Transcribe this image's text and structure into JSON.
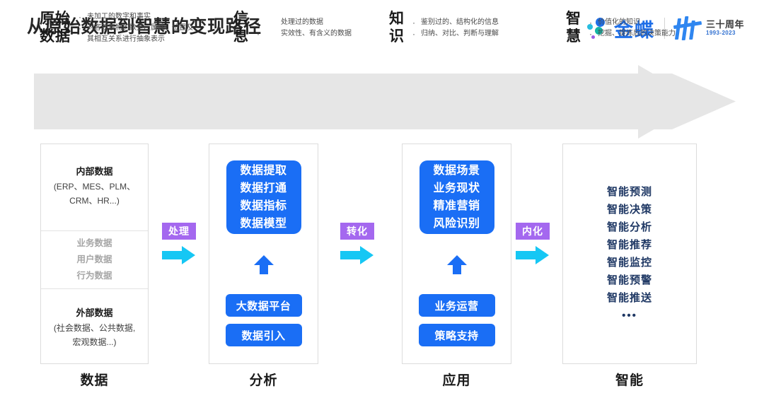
{
  "header": {
    "title": "从原始数据到智慧的变现路径",
    "brand": {
      "name": "金蝶",
      "anniversary_title": "三十周年",
      "anniversary_years": "1993-2023"
    }
  },
  "banner": {
    "stages": [
      {
        "title_line1": "原始",
        "title_line2": "数据",
        "bullets": [
          "未加工的数字和事实",
          "对客观事物的数量、属性、位置及其相互关系进行抽象表示"
        ]
      },
      {
        "title_line1": "信",
        "title_line2": "息",
        "bullets": [
          "处理过的数据",
          "实效性、有含义的数据"
        ]
      },
      {
        "title_line1": "知",
        "title_line2": "识",
        "bullets": [
          "鉴别过的、结构化的信息",
          "归纳、对比、判断与理解"
        ]
      },
      {
        "title_line1": "智",
        "title_line2": "慧",
        "bullets": [
          "价值化的知识",
          "挖掘、提炼后的决策能力"
        ]
      }
    ]
  },
  "columns": {
    "data": {
      "label": "数据",
      "internal": {
        "title": "内部数据",
        "sub_line1": "(ERP、MES、PLM、",
        "sub_line2": "CRM、HR...)"
      },
      "middle_items": [
        "业务数据",
        "用户数据",
        "行为数据"
      ],
      "external": {
        "title": "外部数据",
        "sub_line1": "(社会数据、公共数据,",
        "sub_line2": "宏观数据...)"
      }
    },
    "analysis": {
      "label": "分析",
      "big_box_items": [
        "数据提取",
        "数据打通",
        "数据指标",
        "数据模型"
      ],
      "pills": [
        "大数据平台",
        "数据引入"
      ]
    },
    "apply": {
      "label": "应用",
      "big_box_items": [
        "数据场景",
        "业务现状",
        "精准营销",
        "风险识别"
      ],
      "pills": [
        "业务运营",
        "策略支持"
      ]
    },
    "smart": {
      "label": "智能",
      "items": [
        "智能预测",
        "智能决策",
        "智能分析",
        "智能推荐",
        "智能监控",
        "智能预警",
        "智能推送"
      ],
      "ellipsis": "•••"
    }
  },
  "connectors": [
    {
      "label": "处理"
    },
    {
      "label": "转化"
    },
    {
      "label": "内化"
    }
  ],
  "colors": {
    "banner_gray": "#e6e6e6",
    "blue": "#1a6ef5",
    "purple": "#a468ef",
    "cyan_arrow": "#16c7f4",
    "navy": "#1f3864",
    "brand_blue": "#1f6fe8"
  }
}
